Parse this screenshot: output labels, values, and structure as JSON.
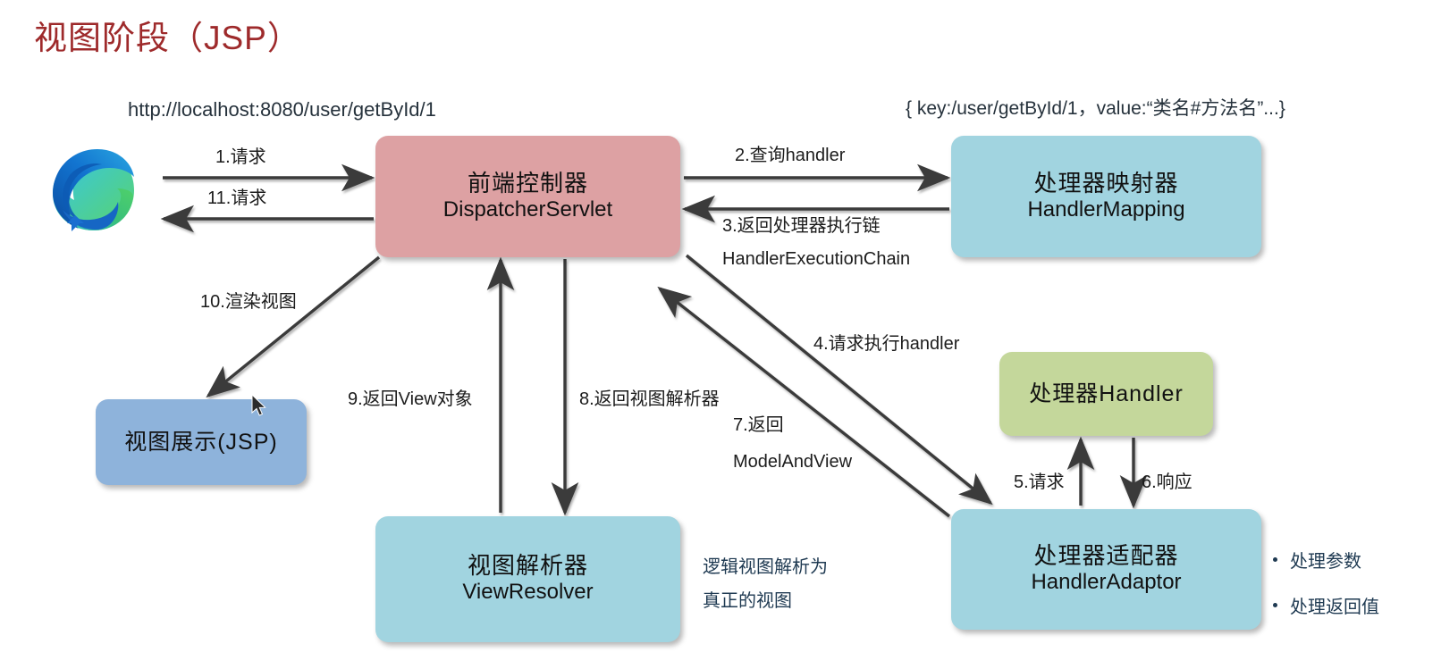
{
  "page": {
    "title": "视图阶段（JSP）",
    "title_color": "#9e2a2b",
    "background": "#ffffff"
  },
  "annotations": {
    "request_url": "http://localhost:8080/user/getById/1",
    "handler_mapping_entry": "{ key:/user/getById/1，value:“类名#方法名”...}"
  },
  "nodes": {
    "browser": {
      "icon": "edge-browser-icon",
      "label": ""
    },
    "dispatcher": {
      "cn": "前端控制器",
      "en": "DispatcherServlet",
      "color": "#dda1a3"
    },
    "handler_mapping": {
      "cn": "处理器映射器",
      "en": "HandlerMapping",
      "color": "#a1d4e0"
    },
    "view_display": {
      "cn": "视图展示(JSP)",
      "en": "",
      "color": "#8eb3db"
    },
    "view_resolver": {
      "cn": "视图解析器",
      "en": "ViewResolver",
      "color": "#a1d4e0"
    },
    "handler": {
      "cn": "处理器Handler",
      "en": "",
      "color": "#c4d79b"
    },
    "handler_adaptor": {
      "cn": "处理器适配器",
      "en": "HandlerAdaptor",
      "color": "#a1d4e0"
    }
  },
  "edges": {
    "e1": "1.请求",
    "e11": "11.请求",
    "e2": "2.查询handler",
    "e3_line1": "3.返回处理器执行链",
    "e3_line2": "HandlerExecutionChain",
    "e4": "4.请求执行handler",
    "e5": "5.请求",
    "e6": "6.响应",
    "e7_line1": "7.返回",
    "e7_line2": "ModelAndView",
    "e8": "8.返回视图解析器",
    "e9": "9.返回View对象",
    "e10": "10.渲染视图"
  },
  "notes": {
    "resolver_line1": "逻辑视图解析为",
    "resolver_line2": "真正的视图",
    "adaptor_bullets": [
      "处理参数",
      "处理返回值"
    ]
  }
}
